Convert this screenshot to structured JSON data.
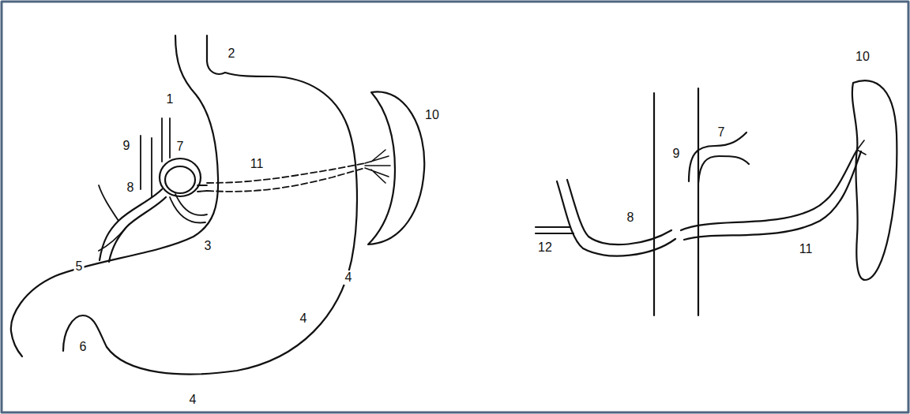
{
  "diagram": {
    "labels": [
      "1",
      "2",
      "9",
      "7",
      "8",
      "3",
      "5",
      "11",
      "10",
      "4",
      "4",
      "4",
      "6",
      "10",
      "9",
      "7",
      "8",
      "12",
      "11"
    ]
  }
}
